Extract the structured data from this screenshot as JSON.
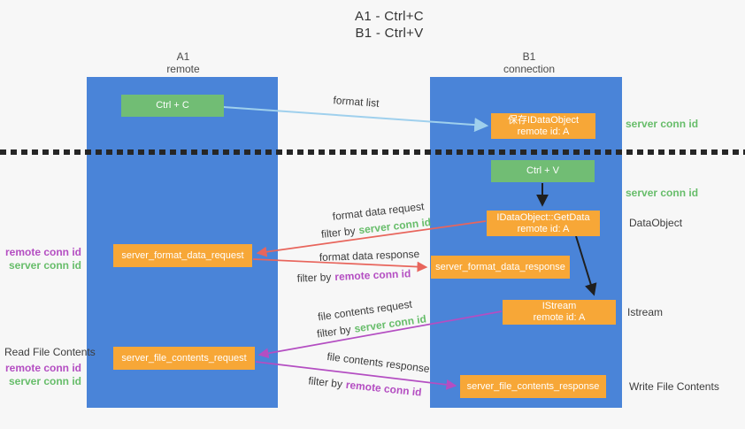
{
  "title": {
    "line1": "A1 - Ctrl+C",
    "line2": "B1 - Ctrl+V"
  },
  "columns": {
    "left": {
      "name": "A1",
      "subtitle": "remote"
    },
    "right": {
      "name": "B1",
      "subtitle": "connection"
    }
  },
  "nodes": {
    "ctrl_c": {
      "label": "Ctrl + C"
    },
    "save_idataobject": {
      "line1": "保存IDataObject",
      "line2": "remote id: A"
    },
    "ctrl_v": {
      "label": "Ctrl + V"
    },
    "getdata": {
      "line1": "IDataObject::GetData",
      "line2": "remote id: A"
    },
    "format_request": {
      "label": "server_format_data_request"
    },
    "format_response": {
      "label": "server_format_data_response"
    },
    "istream": {
      "line1": "IStream",
      "line2": "remote id: A"
    },
    "file_request": {
      "label": "server_file_contents_request"
    },
    "file_response": {
      "label": "server_file_contents_response"
    }
  },
  "arrow_labels": {
    "format_list": "format list",
    "format_data_request": "format data request",
    "format_data_response": "format data response",
    "file_contents_request": "file contents request",
    "file_contents_response": "file contents response",
    "filter_by": "filter by"
  },
  "terms": {
    "server_conn_id": "server conn id",
    "remote_conn_id": "remote conn id"
  },
  "side_labels": {
    "dataobject": "DataObject",
    "istream": "Istream",
    "read_file_contents": "Read File Contents",
    "write_file_contents": "Write File Contents"
  },
  "colors": {
    "column_blue": "#4a84d8",
    "box_green": "#71bd74",
    "box_orange": "#f7a737",
    "arrow_lightblue": "#9fd0ed",
    "arrow_red": "#e8655c",
    "arrow_magenta": "#b44ec2",
    "arrow_black": "#1f1f1f",
    "term_green": "#67bd6a",
    "term_purple": "#b44ec2"
  }
}
